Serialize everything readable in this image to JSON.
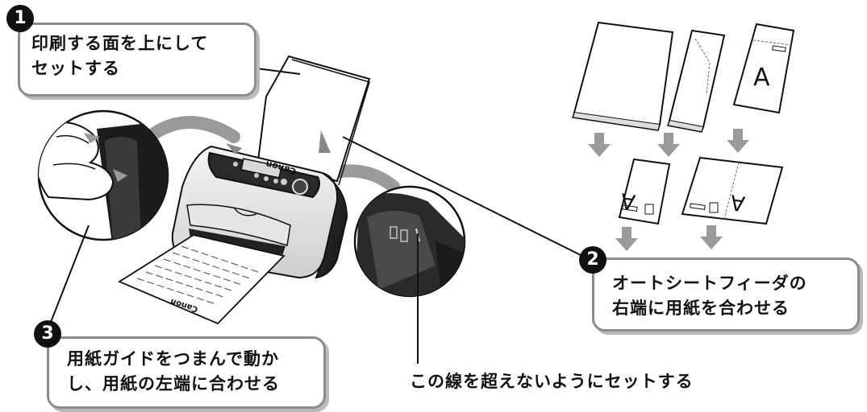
{
  "steps": [
    {
      "number": "1",
      "lines": [
        "印刷する面を上にして",
        "セットする"
      ]
    },
    {
      "number": "2",
      "lines": [
        "オートシートフィーダの",
        "右端に用紙を合わせる"
      ]
    },
    {
      "number": "3",
      "lines": [
        "用紙ガイドをつまんで動か",
        "し、用紙の左端に合わせる"
      ]
    }
  ],
  "limit_note": "この線を超えないようにセットする",
  "printer_brand": "Canon",
  "envelope_letter": "A",
  "colors": {
    "callout_border": "#8c8c8c",
    "badge": "#111111",
    "arrow": "#9a9a9a"
  }
}
